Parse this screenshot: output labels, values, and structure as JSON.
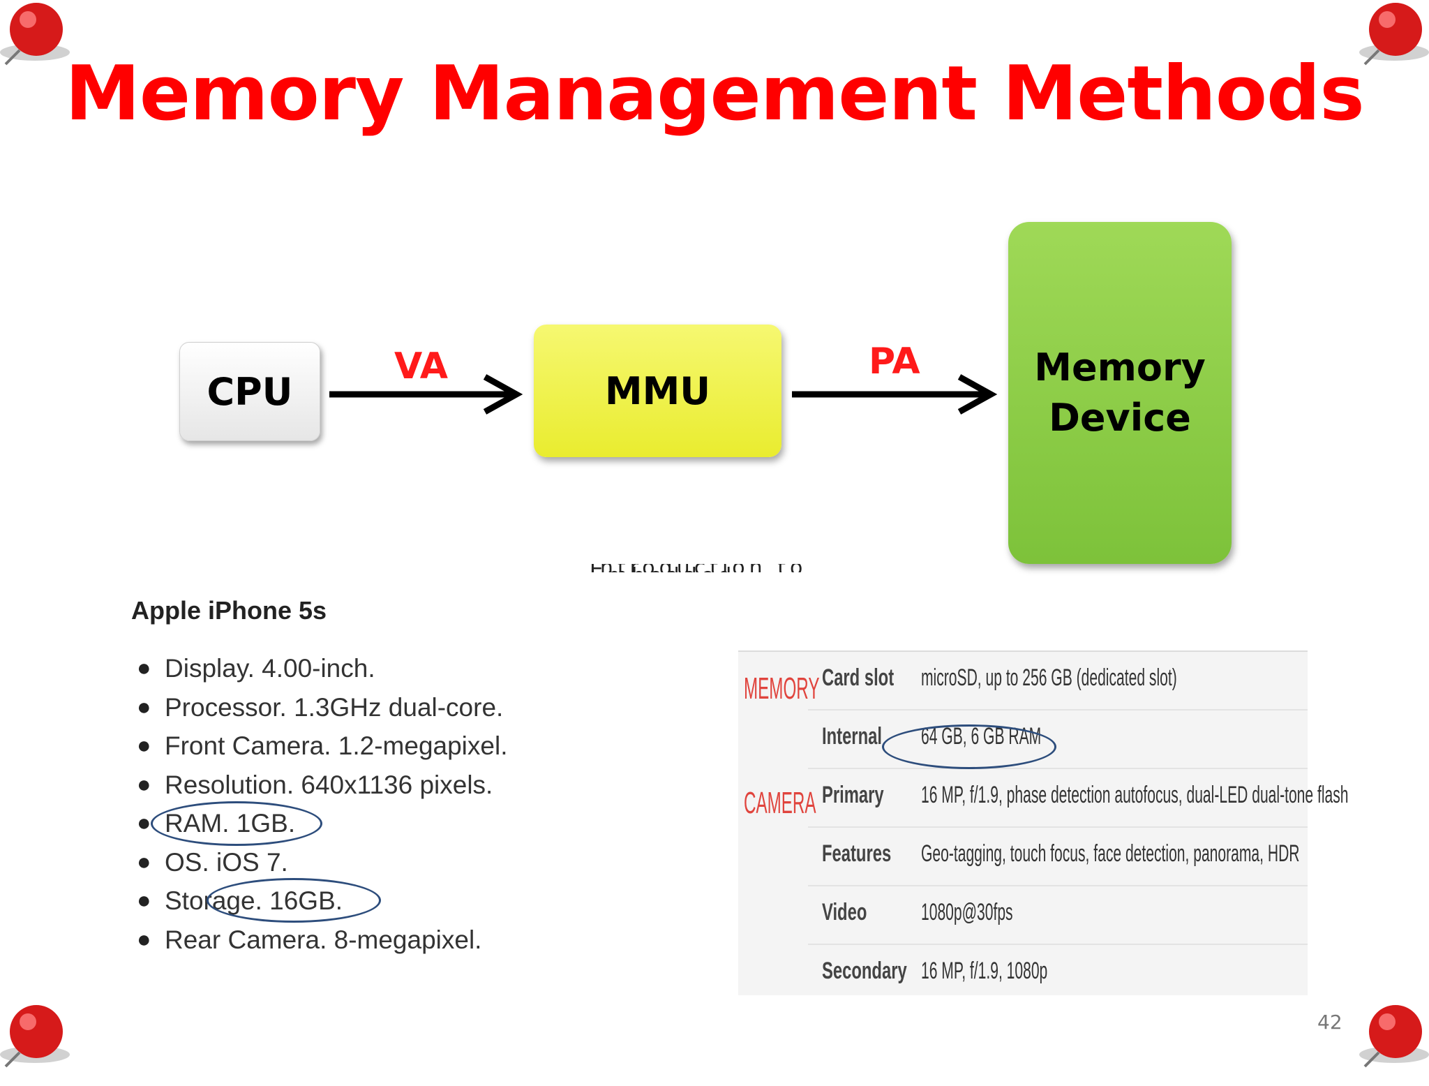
{
  "slide": {
    "title": "Memory Management Methods",
    "page_number": "42"
  },
  "diagram": {
    "cpu_label": "CPU",
    "va_label": "VA",
    "mmu_label": "MMU",
    "pa_label": "PA",
    "memory_label_line1": "Memory",
    "memory_label_line2": "Device",
    "cut_text": "Introduction to Embedded"
  },
  "phone": {
    "title": "Apple iPhone 5s",
    "specs": [
      "Display. 4.00-inch.",
      "Processor. 1.3GHz dual-core.",
      "Front Camera. 1.2-megapixel.",
      "Resolution. 640x1136 pixels.",
      "RAM. 1GB.",
      "OS. iOS 7.",
      "Storage. 16GB.",
      "Rear Camera. 8-megapixel."
    ]
  },
  "spec_table": {
    "memory_section": "MEMORY",
    "camera_section": "CAMERA",
    "rows": [
      {
        "label": "Card slot",
        "value": "microSD, up to 256 GB (dedicated slot)"
      },
      {
        "label": "Internal",
        "value": "64 GB, 6 GB RAM"
      },
      {
        "label": "Primary",
        "value": "16 MP, f/1.9, phase detection autofocus, dual-LED dual-tone flash"
      },
      {
        "label": "Features",
        "value": "Geo-tagging, touch focus, face detection, panorama, HDR"
      },
      {
        "label": "Video",
        "value": "1080p@30fps"
      },
      {
        "label": "Secondary",
        "value": "16 MP, f/1.9, 1080p"
      }
    ]
  },
  "colors": {
    "title": "#ff0000",
    "arrow_label": "#ff1a1a",
    "mmu_fill": "#eef04a",
    "memory_fill": "#8fcd4a",
    "ellipse": "#2d4d7c",
    "pin": "#d61a1a"
  },
  "icons": [
    "pushpin-icon"
  ]
}
